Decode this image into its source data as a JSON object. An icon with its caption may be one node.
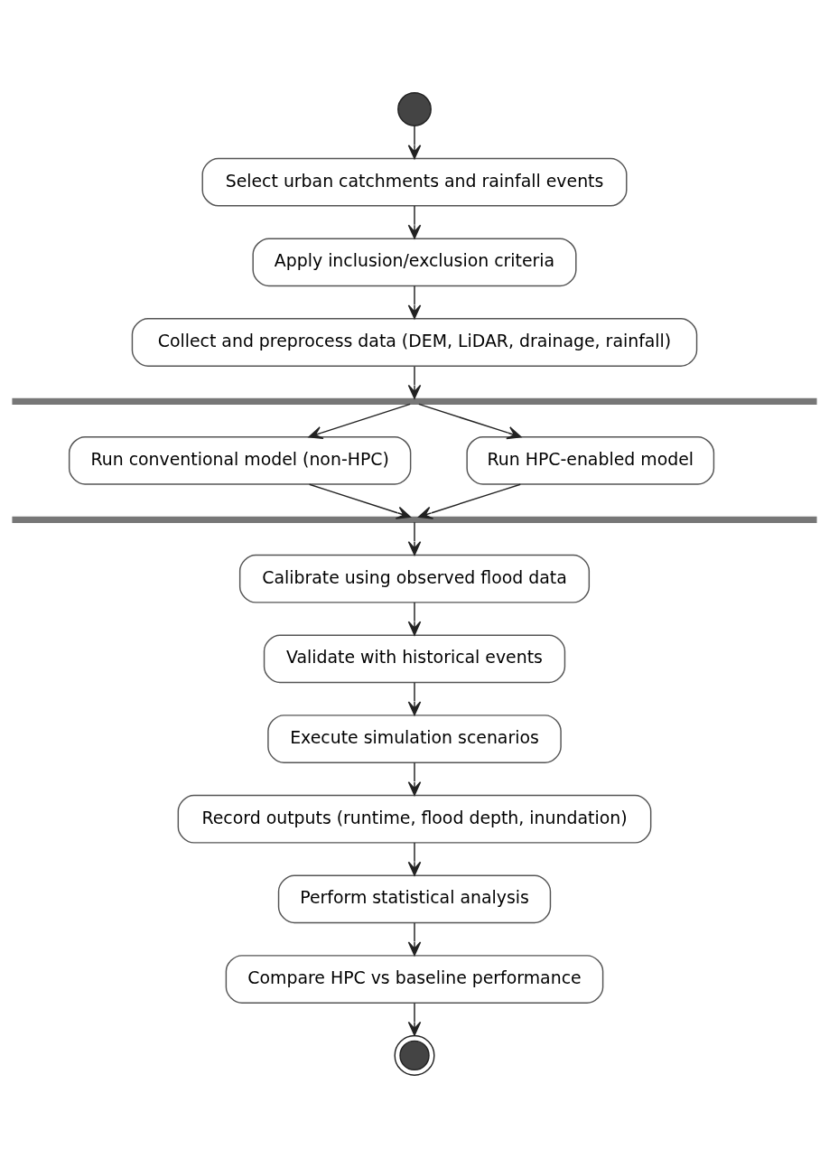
{
  "diagram": {
    "nodes": [
      {
        "text": [],
        "shape": "circle"
      },
      {
        "text": [
          "Select urban catchments and rainfall events"
        ]
      },
      {
        "text": [
          "Apply inclusion/exclusion criteria"
        ]
      },
      {
        "text": [
          "Collect and preprocess data (DEM, LiDAR, drainage, rainfall)"
        ]
      },
      {
        "text": [],
        "shape": "bar"
      },
      {
        "text": [
          "Run conventional model (non-HPC)"
        ]
      },
      {
        "text": [
          "Run HPC-enabled model"
        ]
      },
      {
        "text": [],
        "shape": "bar"
      },
      {
        "text": [
          "Calibrate using observed flood data"
        ]
      },
      {
        "text": [
          "Validate with historical events"
        ]
      },
      {
        "text": [
          "Execute simulation scenarios"
        ]
      },
      {
        "text": [
          "Record outputs (runtime, flood depth, inundation)"
        ]
      },
      {
        "text": [
          "Perform statistical analysis"
        ]
      },
      {
        "text": [
          "Compare HPC vs baseline performance"
        ]
      },
      {
        "text": [],
        "shape": "bullseye"
      }
    ],
    "edges": [
      {
        "from": 0,
        "to": 1,
        "arrow": "to"
      },
      {
        "from": 1,
        "to": 2,
        "arrow": "to"
      },
      {
        "from": 2,
        "to": 3,
        "arrow": "to"
      },
      {
        "from": 3,
        "to": 4,
        "arrow": "to"
      },
      {
        "from": 4,
        "to": 5,
        "arrow": "to"
      },
      {
        "from": 4,
        "to": 6,
        "arrow": "to"
      },
      {
        "from": 5,
        "to": 7,
        "arrow": "to"
      },
      {
        "from": 6,
        "to": 7,
        "arrow": "to"
      },
      {
        "from": 7,
        "to": 8,
        "arrow": "to"
      },
      {
        "from": 8,
        "to": 9,
        "arrow": "to"
      },
      {
        "from": 9,
        "to": 10,
        "arrow": "to"
      },
      {
        "from": 10,
        "to": 11,
        "arrow": "to"
      },
      {
        "from": 11,
        "to": 12,
        "arrow": "to"
      },
      {
        "from": 12,
        "to": 13,
        "arrow": "to"
      },
      {
        "from": 13,
        "to": 14,
        "arrow": "to"
      }
    ]
  }
}
